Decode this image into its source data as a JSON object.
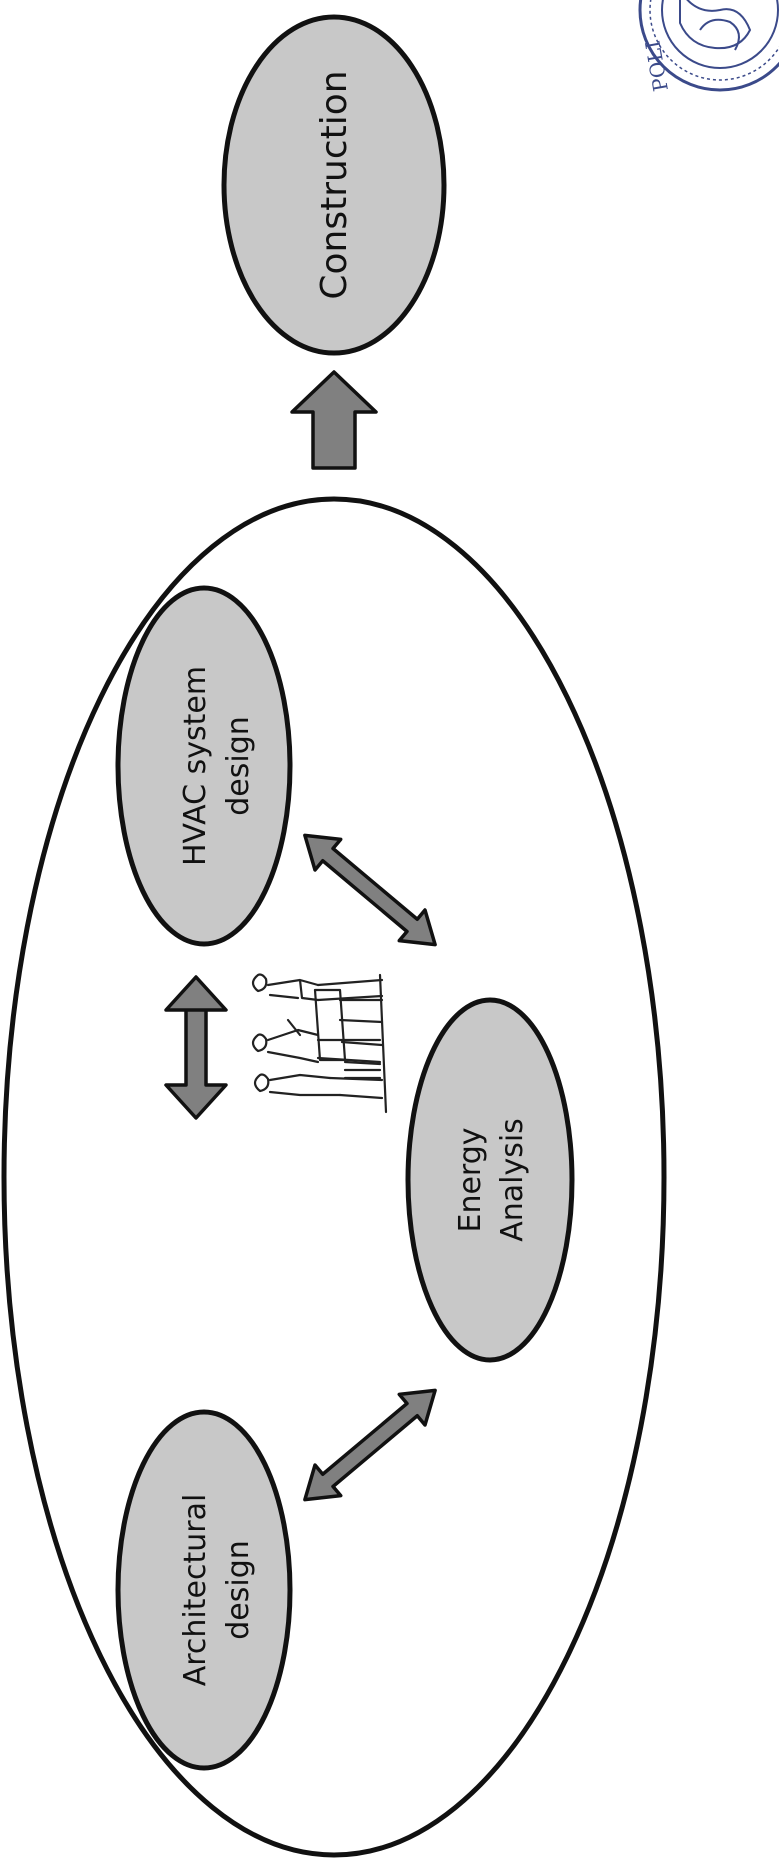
{
  "colors": {
    "ellipse_fill": "#c8c8c8",
    "arrow_fill": "#808080",
    "outline": "#111111",
    "seal_stroke": "#3b4a8a",
    "background": "#ffffff"
  },
  "nodes": {
    "construction": {
      "label": "Construction"
    },
    "hvac": {
      "label_line1": "HVAC system",
      "label_line2": "design"
    },
    "energy": {
      "label_line1": "Energy",
      "label_line2": "Analysis"
    },
    "architectural": {
      "label_line1": "Architectural",
      "label_line2": "design"
    }
  },
  "seal": {
    "partial_text": "POLI"
  },
  "icons": {
    "team_sketch": "people-at-table-icon",
    "seal": "university-seal-icon"
  }
}
